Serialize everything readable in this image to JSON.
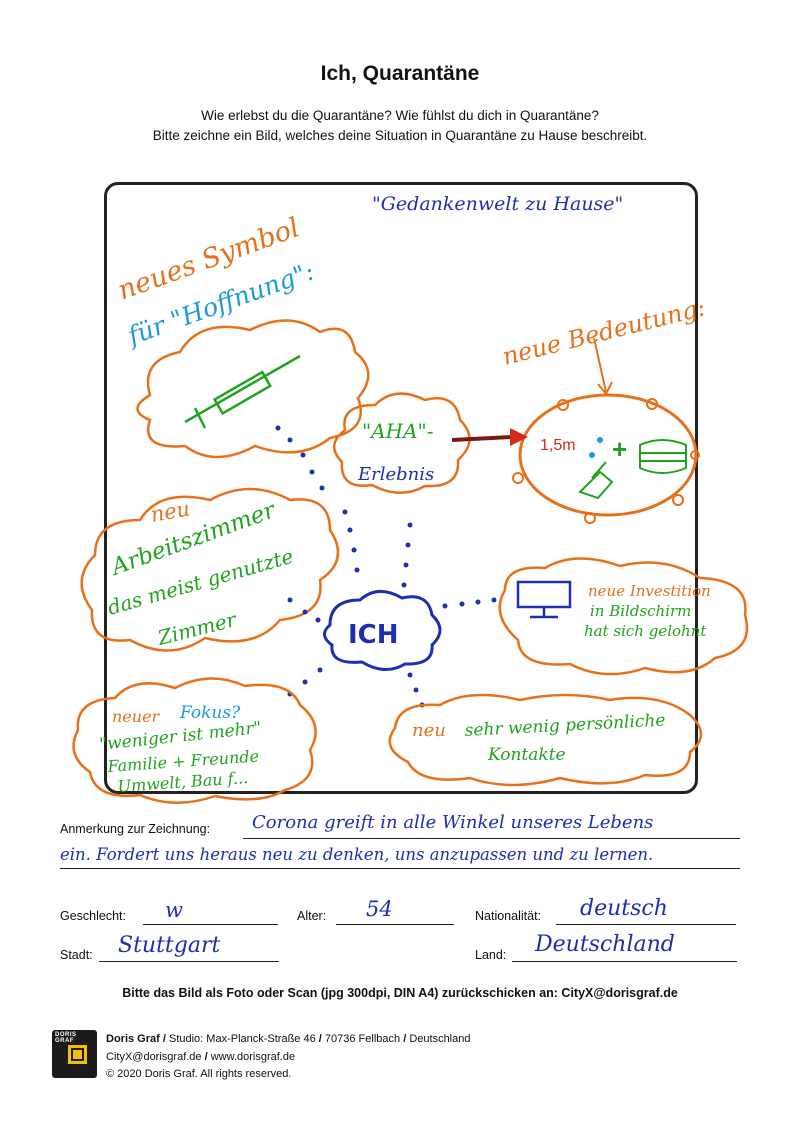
{
  "header": {
    "title": "Ich, Quarantäne",
    "subtitle_line1": "Wie erlebst du die Quarantäne? Wie fühlst du dich in Quarantäne?",
    "subtitle_line2": "Bitte zeichne ein Bild, welches deine Situation in Quarantäne zu Hause beschreibt."
  },
  "drawing": {
    "heading": "\"Gedankenwelt zu Hause\"",
    "hope_line1": "neues Symbol",
    "hope_line2": "für \"Hoffnung\":",
    "meaning_line1": "neue Bedeutung:",
    "aha_line1": "\"AHA\"-",
    "aha_line2": "Erlebnis",
    "distance": "1,5m",
    "plus": "+",
    "office_tag": "neu",
    "office_line1": "Arbeitszimmer",
    "office_line2": "das meist genutzte",
    "office_line3": "Zimmer",
    "center": "ICH",
    "invest_line1": "neue Investition",
    "invest_line2": "in Bildschirm",
    "invest_line3": "hat sich gelohnt",
    "focus_tag": "neuer",
    "focus_word": "Fokus?",
    "focus_line1": "\"weniger ist mehr\"",
    "focus_line2": "Familie + Freunde",
    "focus_line3": "Umwelt, Bau f...",
    "contact_tag": "neu",
    "contact_line1": "sehr wenig persönliche",
    "contact_line2": "Kontakte",
    "icons": [
      "syringe-icon",
      "coronavirus-icon",
      "mask-icon",
      "hand-washing-icon",
      "monitor-icon",
      "arrow-icon"
    ],
    "colors": {
      "orange": "#e8701a",
      "green": "#1fa31f",
      "blue": "#1d2fb0",
      "teal": "#1a9bd7",
      "red": "#d42a1a"
    }
  },
  "form": {
    "remark_label": "Anmerkung zur Zeichnung:",
    "remark_line1": "Corona greift in alle Winkel unseres Lebens",
    "remark_line2": "ein. Fordert uns heraus neu zu denken, uns anzupassen und zu lernen.",
    "gender_label": "Geschlecht:",
    "gender_value": "w",
    "age_label": "Alter:",
    "age_value": "54",
    "nationality_label": "Nationalität:",
    "nationality_value": "deutsch",
    "city_label": "Stadt:",
    "city_value": "Stuttgart",
    "country_label": "Land:",
    "country_value": "Deutschland"
  },
  "instructions": "Bitte das Bild als Foto oder Scan (jpg 300dpi, DIN A4) zurückschicken an: CityX@dorisgraf.de",
  "footer": {
    "logo_text": "DORIS GRAF",
    "name": "Doris Graf",
    "studio": "Studio: Max-Planck-Straße 46",
    "postal": "70736 Fellbach",
    "country": "Deutschland",
    "email": "CityX@dorisgraf.de",
    "website": "www.dorisgraf.de",
    "copyright": "© 2020 Doris Graf. All rights reserved."
  }
}
